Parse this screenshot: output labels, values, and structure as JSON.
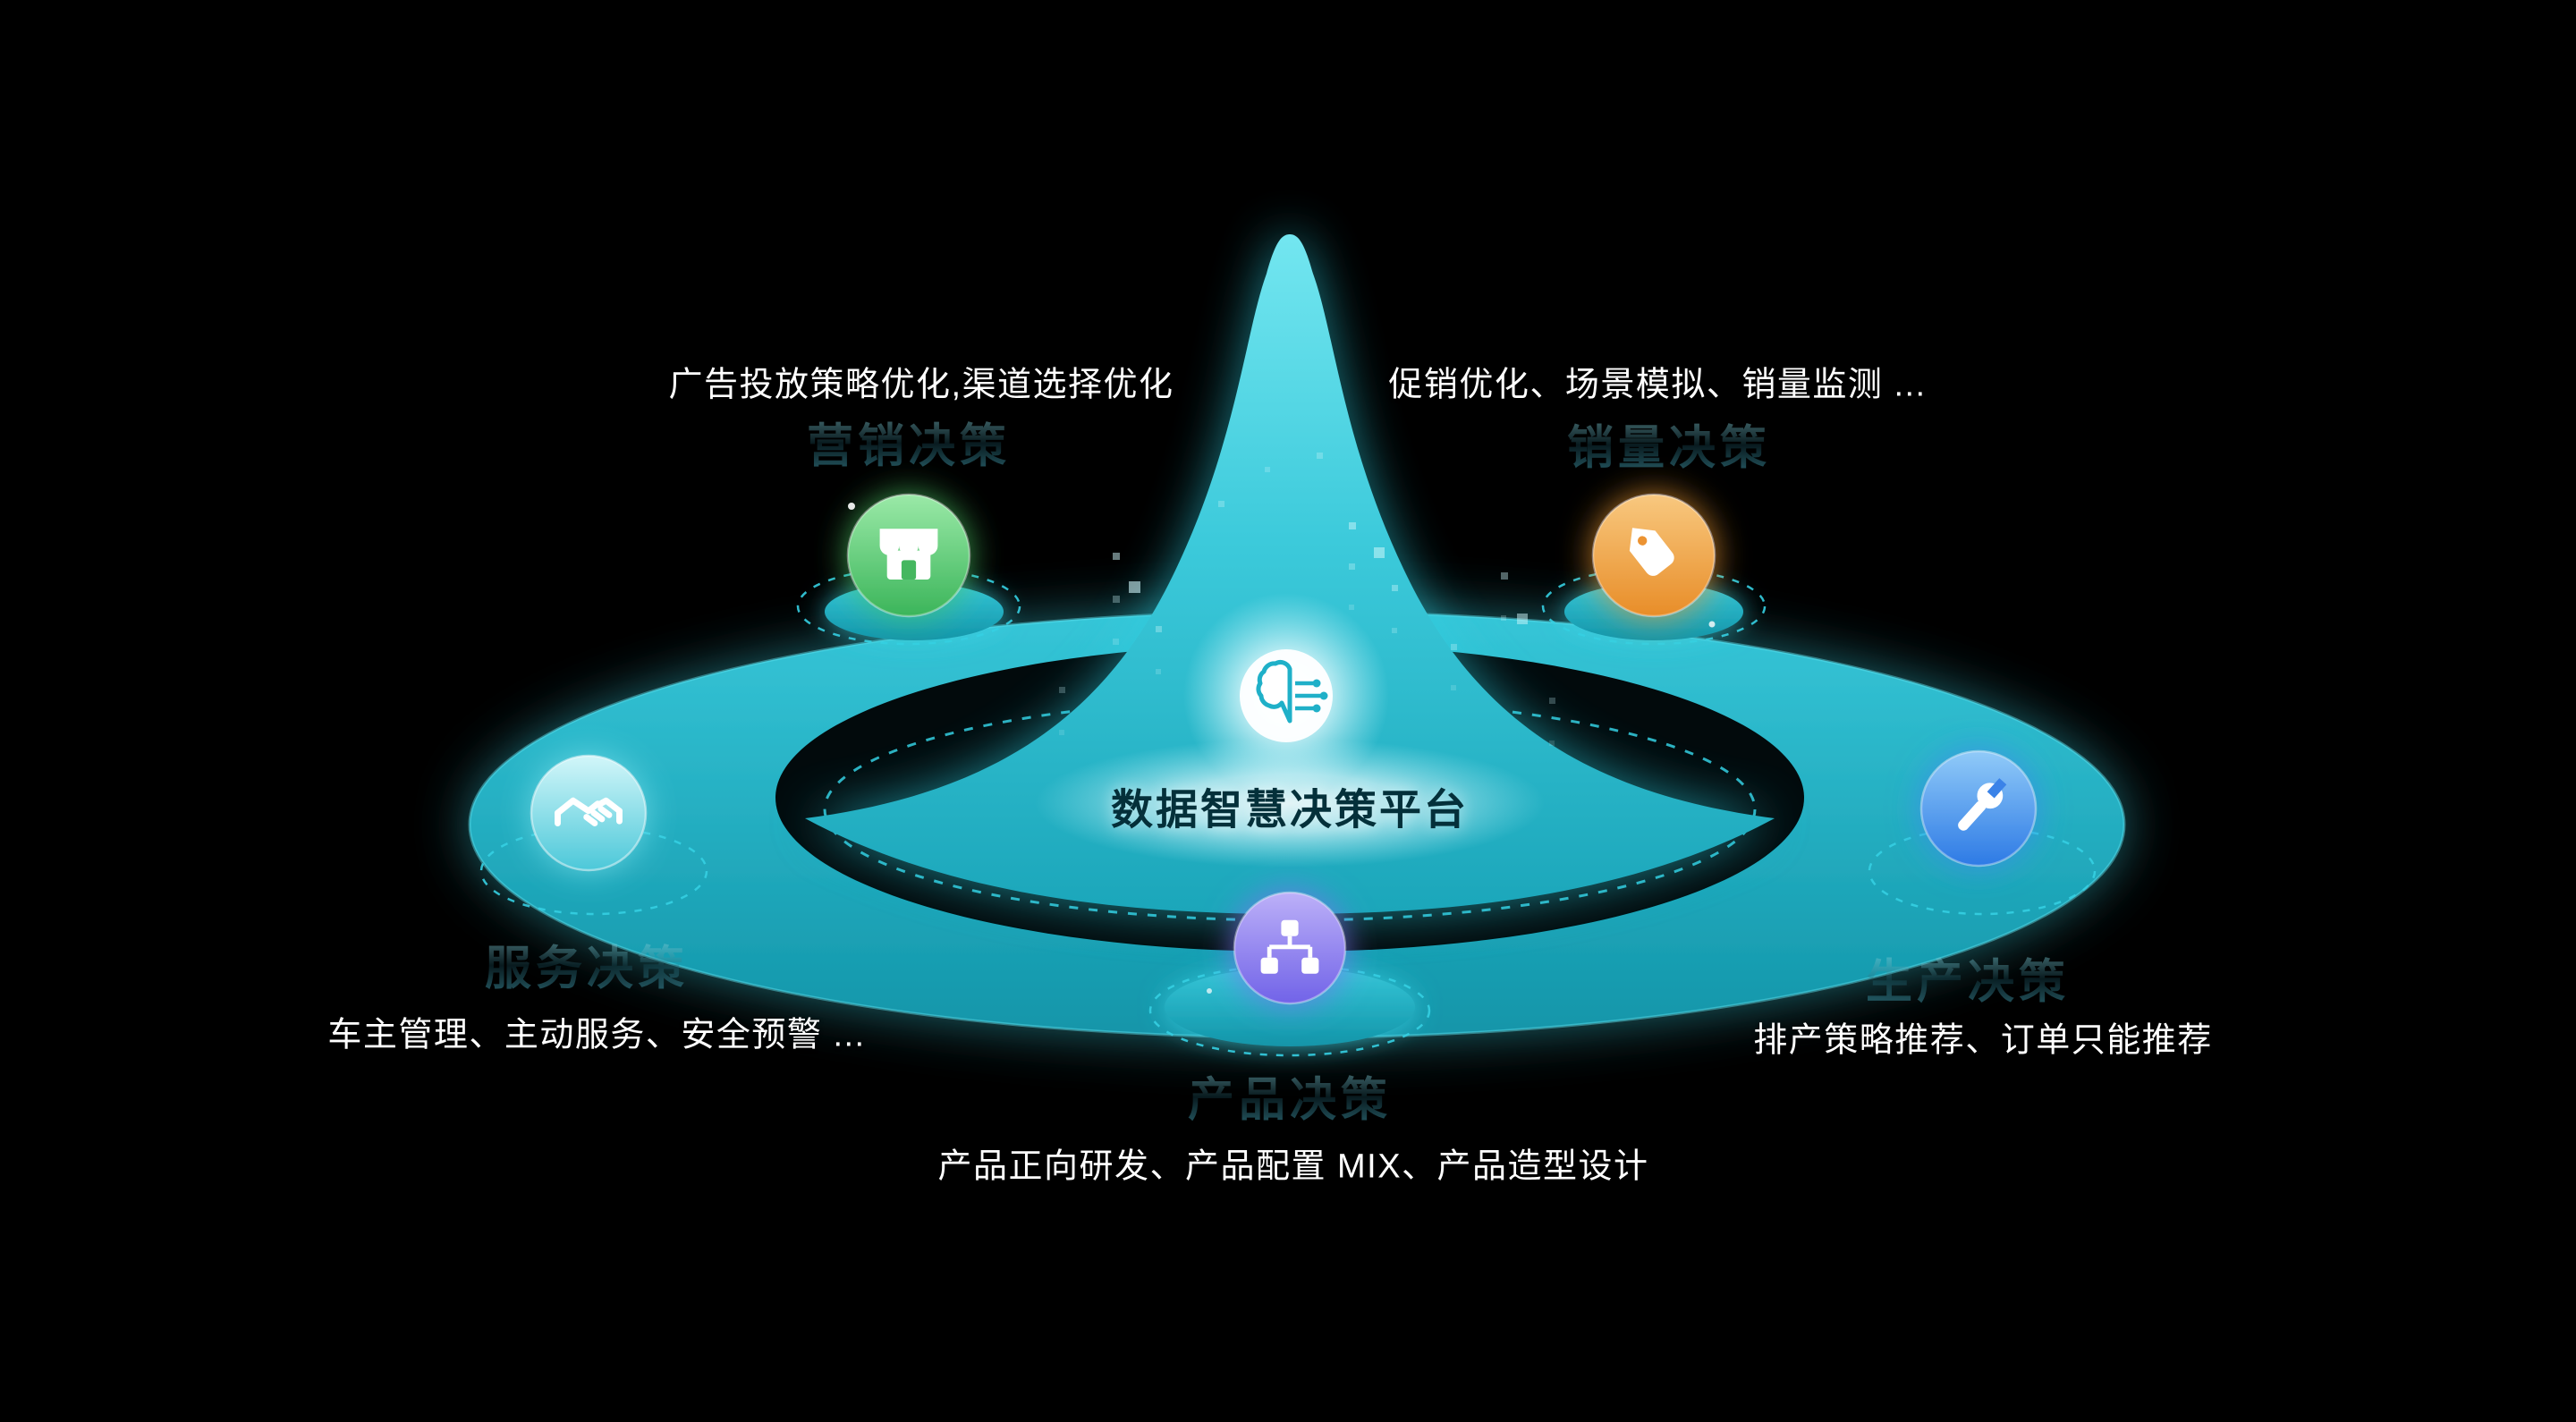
{
  "diagram": {
    "title": "数据智慧决策平台",
    "center_icon": "brain-circuit-icon",
    "background_color": "#000000",
    "accent_color": "#2fc6d8",
    "nodes": [
      {
        "id": "marketing",
        "position": "top-left",
        "label": "营销决策",
        "description": "广告投放策略优化,渠道选择优化",
        "icon": "storefront-icon",
        "color": "#46bd60"
      },
      {
        "id": "sales",
        "position": "top-right",
        "label": "销量决策",
        "description": "促销优化、场景模拟、销量监测 ...",
        "icon": "price-tag-icon",
        "color": "#ee9733"
      },
      {
        "id": "service",
        "position": "left",
        "label": "服务决策",
        "description": "车主管理、主动服务、安全预警 ...",
        "icon": "handshake-icon",
        "color": "#63d2e0"
      },
      {
        "id": "production",
        "position": "right",
        "label": "生产决策",
        "description": "排产策略推荐、订单只能推荐",
        "icon": "wrench-icon",
        "color": "#3f86ea"
      },
      {
        "id": "product",
        "position": "bottom",
        "label": "产品决策",
        "description": "产品正向研发、产品配置 MIX、产品造型设计",
        "icon": "hierarchy-icon",
        "color": "#7b6cee"
      }
    ]
  }
}
